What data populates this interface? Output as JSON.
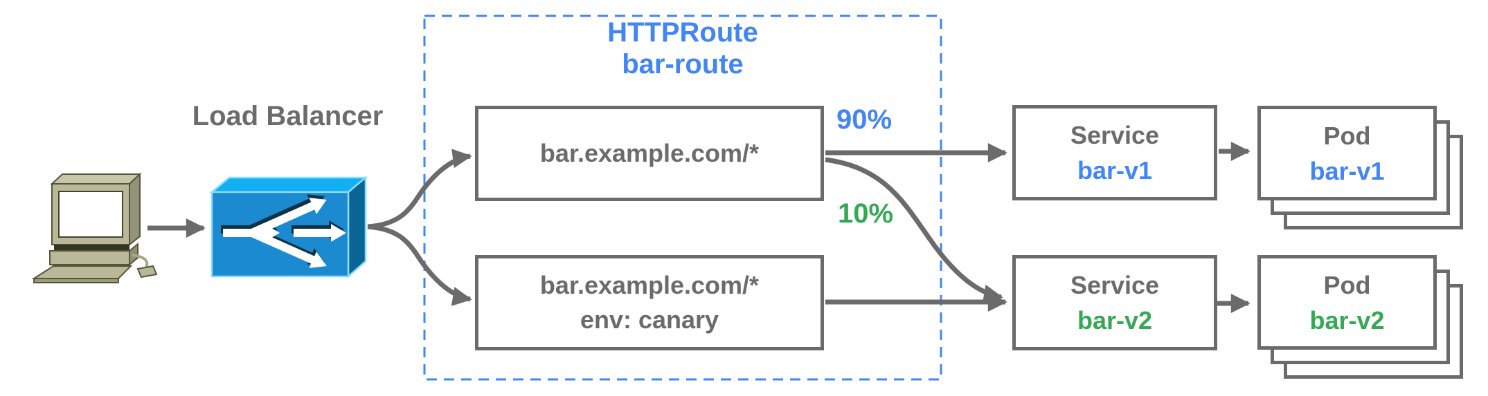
{
  "diagram": {
    "client": {
      "icon": "desktop-computer-icon"
    },
    "load_balancer": {
      "label": "Load Balancer",
      "icon": "load-balancer-icon"
    },
    "httproute": {
      "kind": "HTTPRoute",
      "name": "bar-route"
    },
    "routes": [
      {
        "host": "bar.example.com/*",
        "weight": "90%"
      },
      {
        "host": "bar.example.com/*",
        "match_header": "env: canary",
        "weight": "10%"
      }
    ],
    "services": [
      {
        "kind": "Service",
        "name": "bar-v1"
      },
      {
        "kind": "Service",
        "name": "bar-v2"
      }
    ],
    "pods": [
      {
        "kind": "Pod",
        "name": "bar-v1"
      },
      {
        "kind": "Pod",
        "name": "bar-v2"
      }
    ],
    "colors": {
      "accent_blue": "#4285f4",
      "accent_green": "#34a853",
      "line_gray": "#6b6b6b",
      "lb_top": "#12b0f0",
      "lb_front": "#1b8ad1",
      "lb_side": "#0a6496",
      "computer_body": "#b9b999"
    }
  }
}
